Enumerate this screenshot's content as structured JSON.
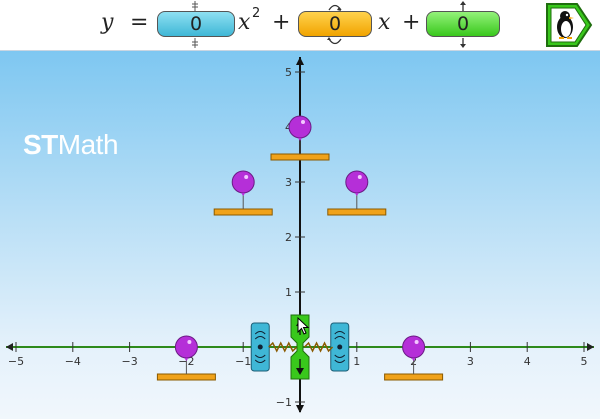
{
  "app": {
    "logo_bold": "ST",
    "logo_rest": "Math"
  },
  "equation": {
    "y": "y",
    "equals": "=",
    "x_squared": "x",
    "exponent": "2",
    "plus1": "+",
    "x": "x",
    "plus2": "+",
    "a": "0",
    "b": "0",
    "c": "0",
    "a_color": "#3fb7d6",
    "b_color": "#f1a400",
    "c_color": "#39c81c"
  },
  "go_button": {
    "icon": "penguin-icon",
    "color": "#39c81c"
  },
  "axes": {
    "x_ticks": [
      "-5",
      "-4",
      "-3",
      "-2",
      "-1",
      "1",
      "2",
      "3",
      "4",
      "5"
    ],
    "y_ticks": [
      "-1",
      "1",
      "2",
      "3",
      "4",
      "5"
    ],
    "axis_color": "#2d8a1b"
  },
  "balloons": {
    "color": "#b52fd8",
    "items": [
      {
        "x": -2,
        "y": 0
      },
      {
        "x": -1,
        "y": 3
      },
      {
        "x": 0,
        "y": 4
      },
      {
        "x": 1,
        "y": 3
      },
      {
        "x": 2,
        "y": 0
      }
    ]
  },
  "tools": {
    "blue_color": "#3fb7d6",
    "green_color": "#39c81c"
  }
}
